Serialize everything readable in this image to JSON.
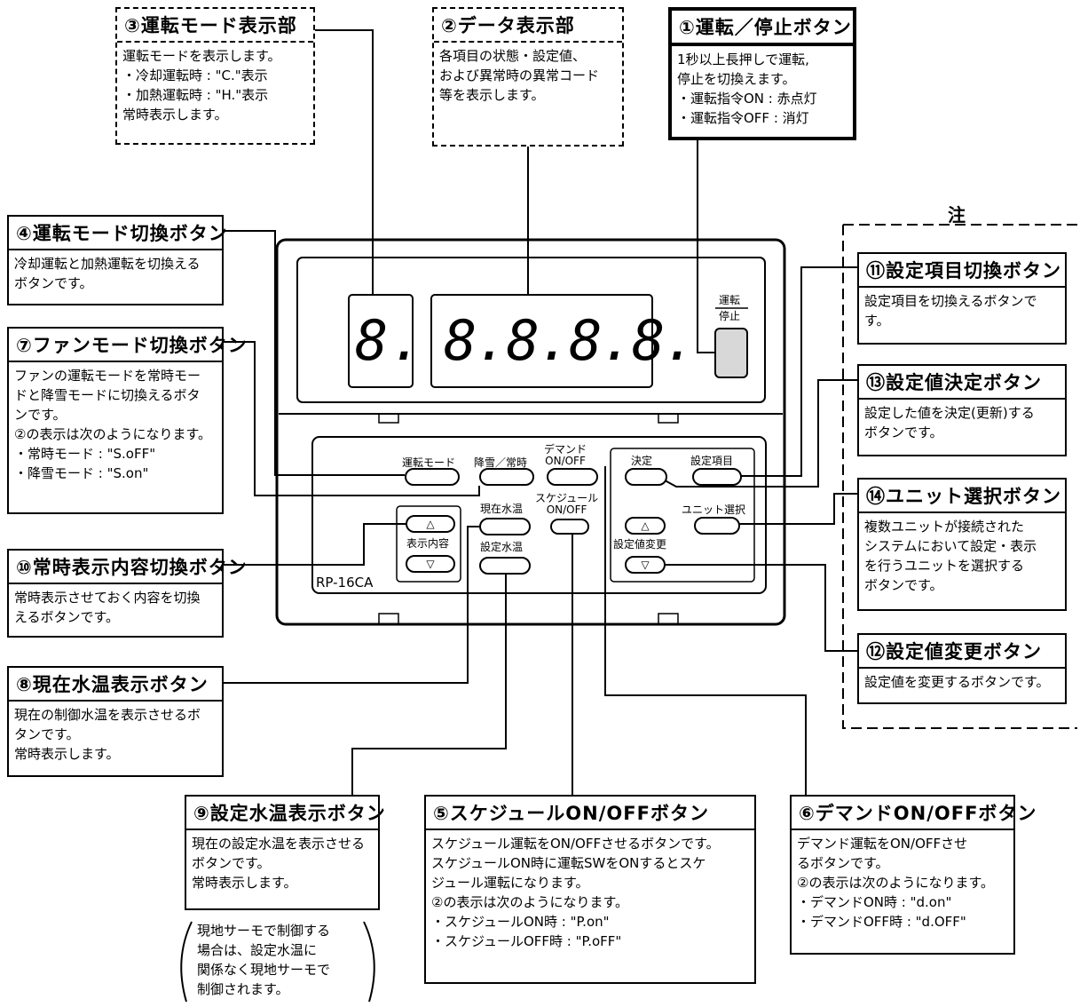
{
  "callouts": {
    "c1": {
      "title": "①運転／停止ボタン",
      "body": "1秒以上長押しで運転,\n停止を切換えます。\n・運転指令ON : 赤点灯\n・運転指令OFF : 消灯"
    },
    "c2": {
      "title": "②データ表示部",
      "body": "各項目の状態・設定値、\nおよび異常時の異常コード\n等を表示します。"
    },
    "c3": {
      "title": "③運転モード表示部",
      "body": "運転モードを表示します。\n・冷却運転時 : \"C.\"表示\n・加熱運転時 : \"H.\"表示\n常時表示します。"
    },
    "c4": {
      "title": "④運転モード切換ボタン",
      "body": "冷却運転と加熱運転を切換える\nボタンです。"
    },
    "c5": {
      "title": "⑤スケジュールON/OFFボタン",
      "body": "スケジュール運転をON/OFFさせるボタンです。\nスケジュールON時に運転SWをONするとスケ\nジュール運転になります。\n②の表示は次のようになります。\n・スケジュールON時 : \"P.on\"\n・スケジュールOFF時 : \"P.oFF\""
    },
    "c6": {
      "title": "⑥デマンドON/OFFボタン",
      "body": "デマンド運転をON/OFFさせ\nるボタンです。\n②の表示は次のようになります。\n・デマンドON時 : \"d.on\"\n・デマンドOFF時 : \"d.OFF\""
    },
    "c7": {
      "title": "⑦ファンモード切換ボタン",
      "body": "ファンの運転モードを常時モー\nドと降雪モードに切換えるボタ\nンです。\n②の表示は次のようになります。\n・常時モード : \"S.oFF\"\n・降雪モード : \"S.on\""
    },
    "c8": {
      "title": "⑧現在水温表示ボタン",
      "body": "現在の制御水温を表示させるボ\nタンです。\n常時表示します。"
    },
    "c9": {
      "title": "⑨設定水温表示ボタン",
      "body": "現在の設定水温を表示させる\nボタンです。\n常時表示します。"
    },
    "c10": {
      "title": "⑩常時表示内容切換ボタン",
      "body": "常時表示させておく内容を切換\nえるボタンです。"
    },
    "c11": {
      "title": "⑪設定項目切換ボタン",
      "body": "設定項目を切換えるボタンで\nす。"
    },
    "c12": {
      "title": "⑫設定値変更ボタン",
      "body": "設定値を変更するボタンです。"
    },
    "c13": {
      "title": "⑬設定値決定ボタン",
      "body": "設定した値を決定(更新)する\nボタンです。"
    },
    "c14": {
      "title": "⑭ユニット選択ボタン",
      "body": "複数ユニットが接続された\nシステムにおいて設定・表示\nを行うユニットを選択する\nボタンです。"
    }
  },
  "note": {
    "label": "注",
    "text": "現地サーモで制御する\n場合は、設定水温に\n関係なく現地サーモで\n制御されます。"
  },
  "panel": {
    "model": "RP-16CA",
    "mode_digit": "8.",
    "data_digits": "8.8.8.8.",
    "run_stop_label_top": "運転",
    "run_stop_label_bottom": "停止",
    "btn_mode": "運転モード",
    "btn_fan": "降雪／常時",
    "btn_demand": "デマンド\nON/OFF",
    "btn_schedule": "スケジュール\nON/OFF",
    "btn_current_temp": "現在水温",
    "btn_set_temp": "設定水温",
    "btn_display": "表示内容",
    "btn_decide": "決定",
    "btn_item": "設定項目",
    "btn_unit": "ユニット選択",
    "btn_change": "設定値変更",
    "up_arrow": "△",
    "down_arrow": "▽"
  }
}
